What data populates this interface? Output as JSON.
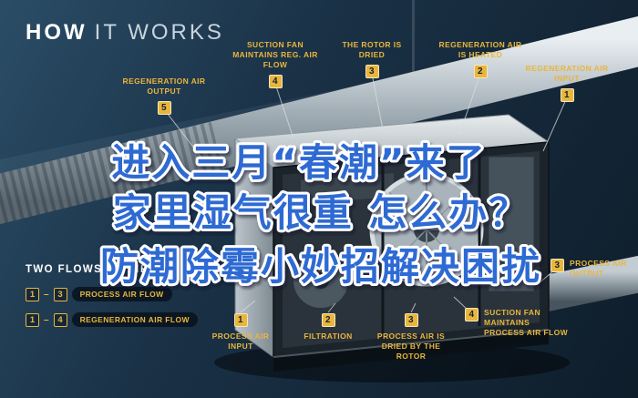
{
  "title": {
    "bold": "HOW",
    "light": "IT WORKS"
  },
  "overlay": {
    "line1": "进入三月“春潮”来了",
    "line2": "家里湿气很重 怎么办？",
    "line3": "防潮除霉小妙招解决困扰"
  },
  "callouts": [
    {
      "num": "5",
      "label": "REGENERATION AIR OUTPUT"
    },
    {
      "num": "4",
      "label": "SUCTION FAN MAINTAINS REG. AIR FLOW"
    },
    {
      "num": "3",
      "label": "THE ROTOR IS DRIED"
    },
    {
      "num": "2",
      "label": "REGENERATION AIR IS HEATED"
    },
    {
      "num": "1",
      "label": "REGENERATION AIR INPUT"
    },
    {
      "num": "3",
      "label": "PROCESS AIR OUTPUT"
    },
    {
      "num": "4",
      "label": "SUCTION FAN MAINTAINS PROCESS AIR FLOW"
    },
    {
      "num": "1",
      "label": "PROCESS AIR INPUT"
    },
    {
      "num": "2",
      "label": "FILTRATION"
    },
    {
      "num": "3",
      "label": "PROCESS AIR IS DRIED BY THE ROTOR"
    }
  ],
  "legend": {
    "title": "TWO FLOWS OF AIR",
    "items": [
      {
        "from": "1",
        "to": "3",
        "label": "PROCESS AIR FLOW"
      },
      {
        "from": "1",
        "to": "4",
        "label": "REGENERATION AIR FLOW"
      }
    ]
  },
  "colors": {
    "accent_yellow": "#e9b63d",
    "background_navy": "#16293a",
    "overlay_blue": "#2e6ad3",
    "overlay_stroke": "#ffffff"
  }
}
